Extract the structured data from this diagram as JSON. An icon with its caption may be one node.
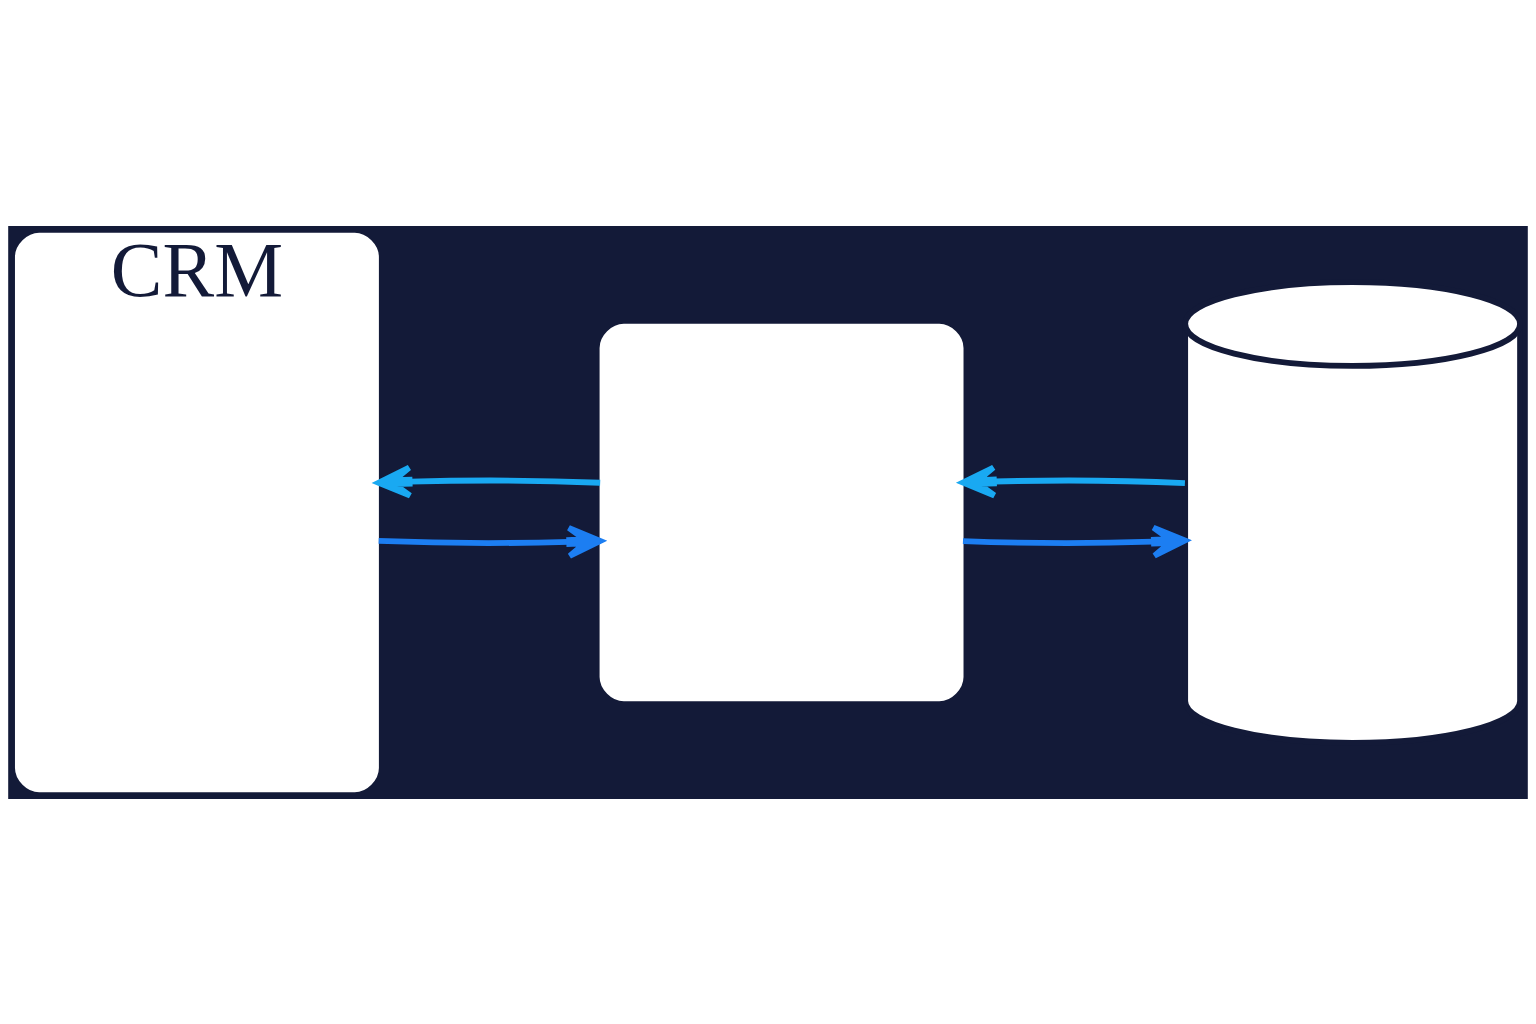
{
  "diagram": {
    "nodes": [
      {
        "text": [
          "CRM"
        ]
      },
      {
        "text": [],
        "shape": "box"
      },
      {
        "text": [],
        "shape": "cylinder"
      }
    ],
    "edges": [
      {
        "from": 0,
        "to": 1,
        "arrow": "to"
      },
      {
        "from": 1,
        "to": 0,
        "arrow": "to",
        "color": "#19a9f2"
      },
      {
        "from": 1,
        "to": 2,
        "arrow": "to"
      },
      {
        "from": 2,
        "to": 1,
        "arrow": "to",
        "color": "#19a9f2"
      }
    ]
  }
}
